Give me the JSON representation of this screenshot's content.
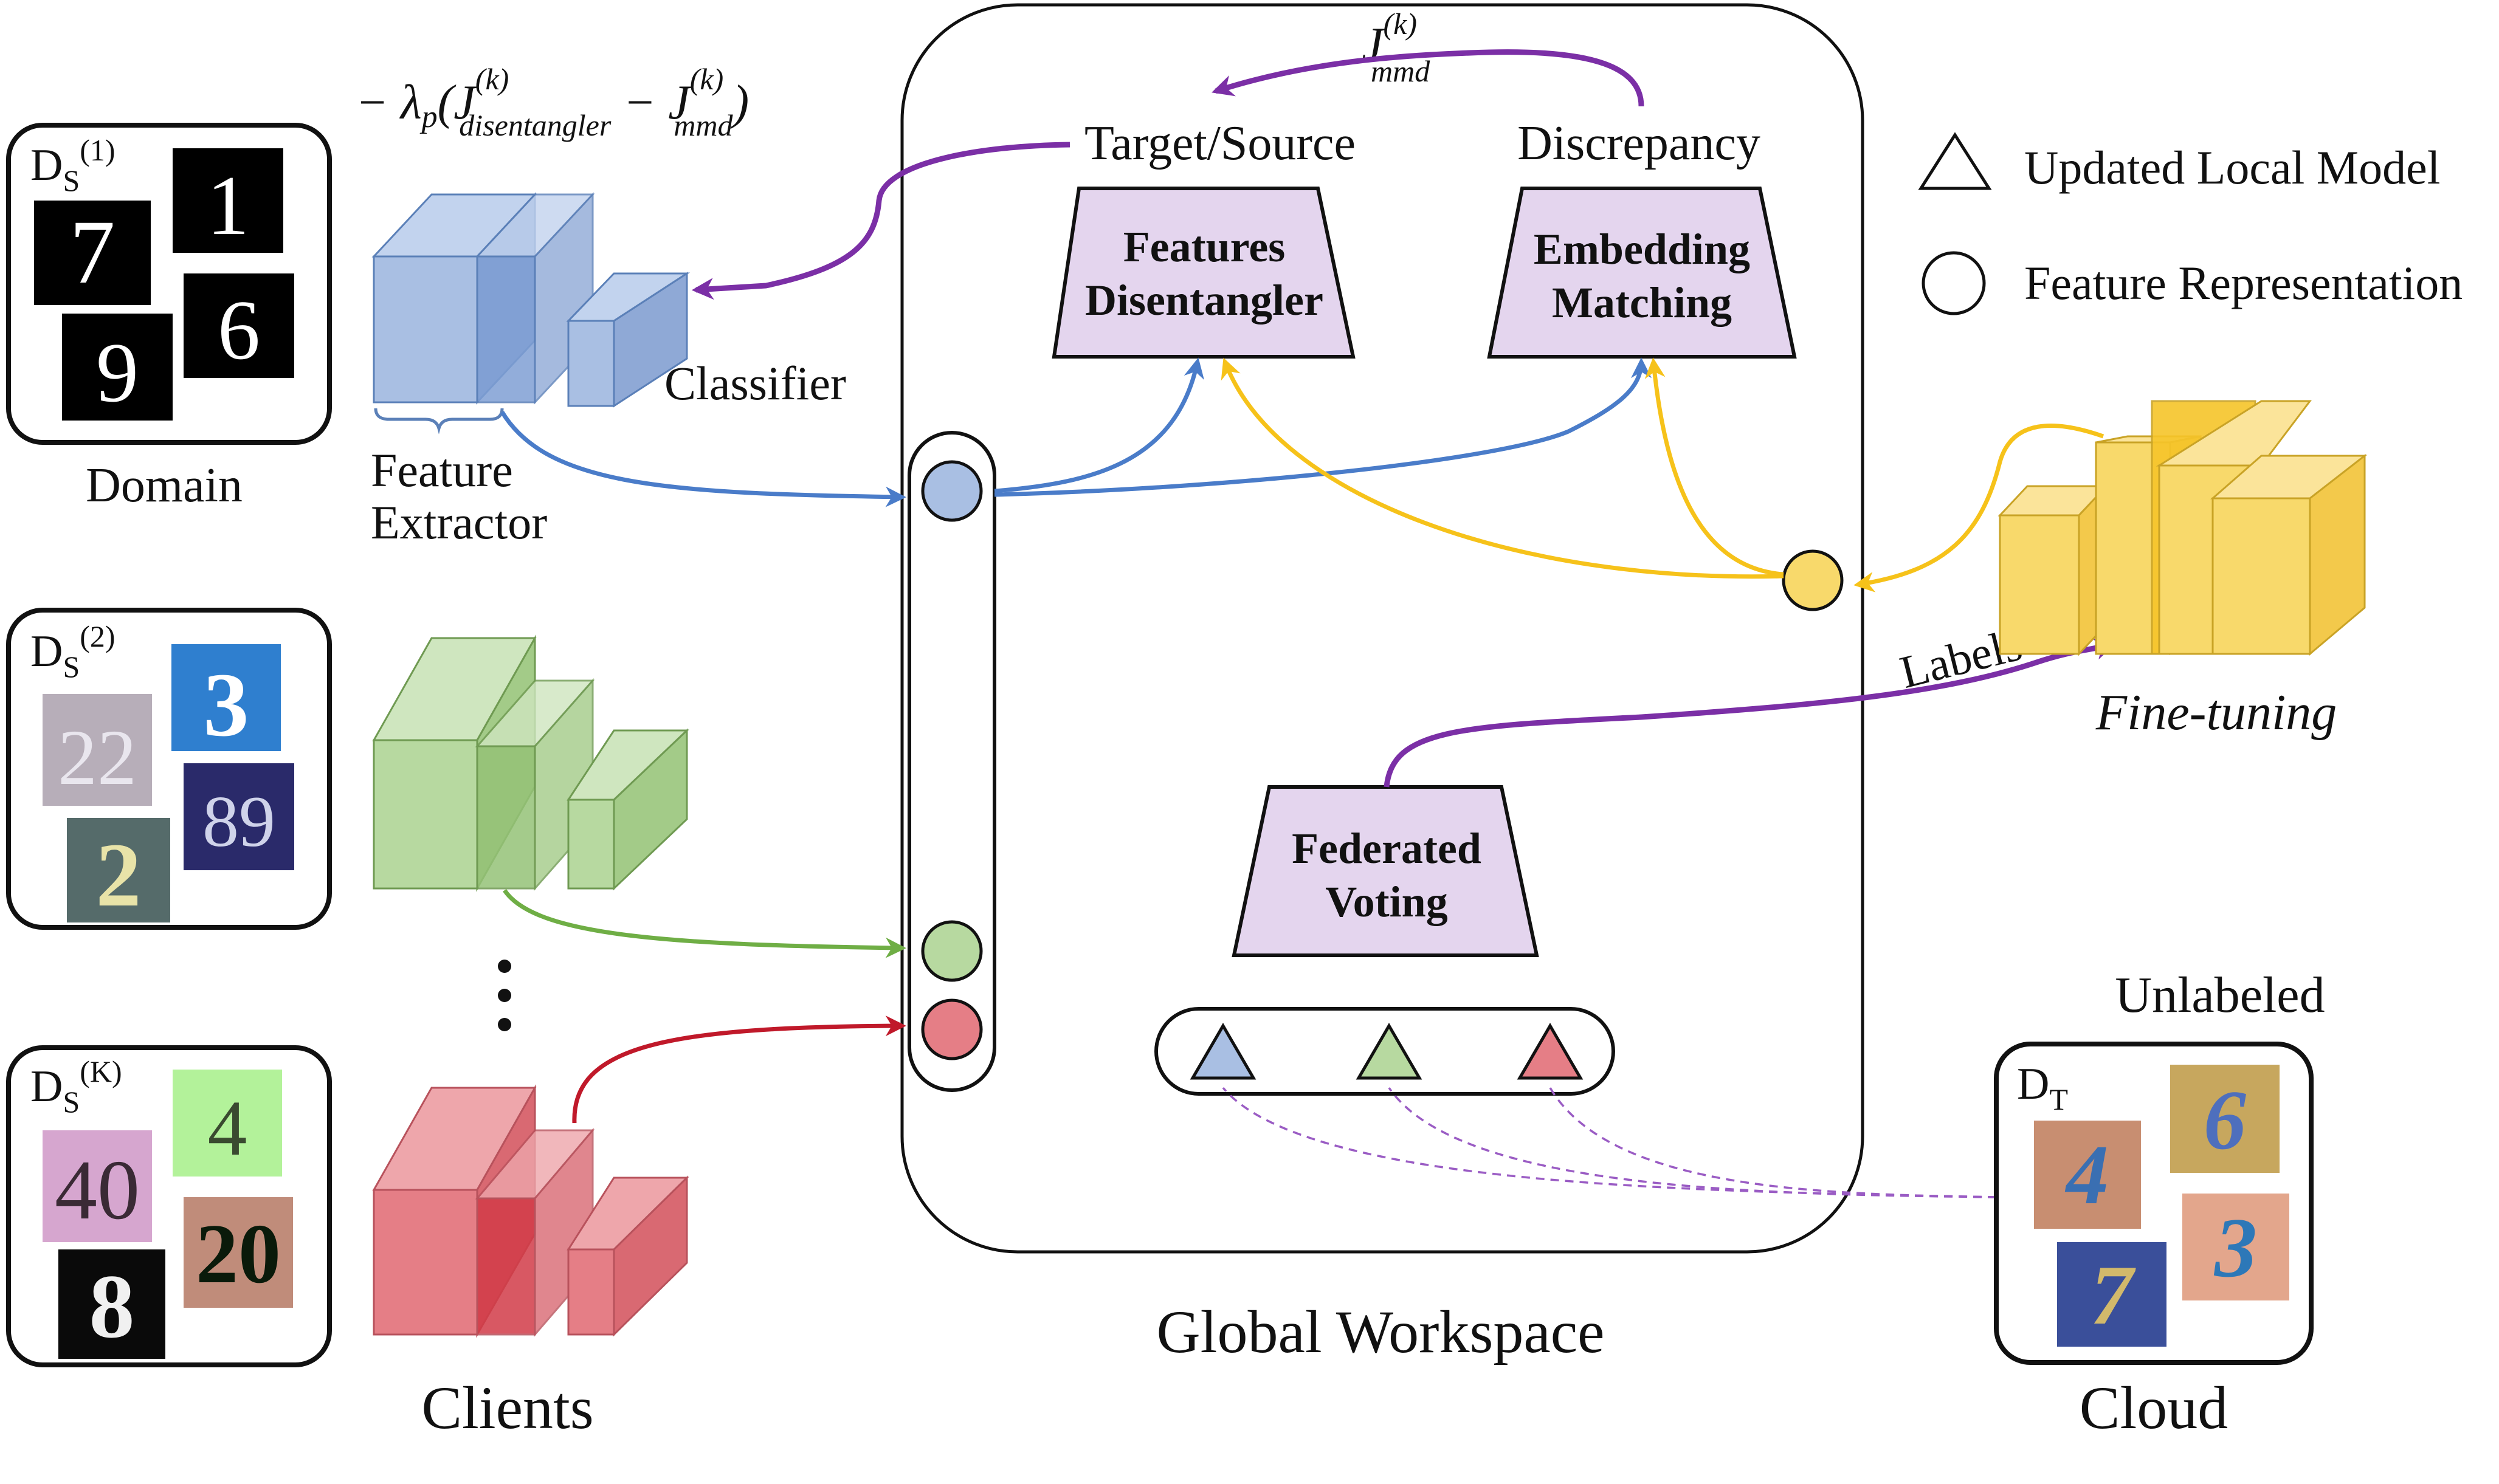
{
  "domain_box": {
    "d1_label": "D",
    "d1_sub": "S",
    "d1_sup": "(1)",
    "d2_label": "D",
    "d2_sub": "S",
    "d2_sup": "(2)",
    "dk_label": "D",
    "dk_sub": "S",
    "dk_sup": "(K)",
    "caption": "Domain",
    "d1_digits": [
      "7",
      "1",
      "9",
      "6"
    ],
    "d2_digits": [
      "22",
      "3",
      "89",
      "2"
    ],
    "dk_digits": [
      "40",
      "4",
      "8",
      "20"
    ]
  },
  "client_model": {
    "loss_minus": "− λ",
    "loss_p": "p",
    "loss_open": "(J",
    "loss_sup1": "(k)",
    "loss_sub1": "disentangler",
    "loss_mid": " − J",
    "loss_sup2": "(k)",
    "loss_sub2": "mmd",
    "loss_close": ")",
    "classifier": "Classifier",
    "feature_extractor_line1": "Feature",
    "feature_extractor_line2": "Extractor",
    "ellipsis": "⋮",
    "clients_caption": "Clients"
  },
  "workspace": {
    "mmd_j": "J",
    "mmd_sup": "(k)",
    "mmd_sub": "mmd",
    "target_source": "Target/Source",
    "discrepancy": "Discrepancy",
    "features_disentangler_line1": "Features",
    "features_disentangler_line2": "Disentangler",
    "embedding_matching_line1": "Embedding",
    "embedding_matching_line2": "Matching",
    "federated_voting_line1": "Federated",
    "federated_voting_line2": "Voting",
    "caption": "Global Workspace"
  },
  "legend": {
    "triangle_label": "Updated Local Model",
    "circle_label": "Feature Representation"
  },
  "cloud": {
    "labels_text": "Labels",
    "fine_tuning": "Fine-tuning",
    "unlabeled": "Unlabeled",
    "dt_label": "D",
    "dt_sub": "T",
    "caption": "Cloud",
    "dt_digits": [
      "6",
      "4",
      "3",
      "7"
    ]
  },
  "colors": {
    "blue": "#4a7cc9",
    "blue_fill": "#a9bfe3",
    "green": "#6fae45",
    "green_fill": "#b7d9a0",
    "red": "#c0192a",
    "red_fill": "#e57e86",
    "purple": "#7b2fa6",
    "yellow": "#f6c21a",
    "yellow_fill": "#f8d96b",
    "module_fill": "#e4d5ee"
  }
}
